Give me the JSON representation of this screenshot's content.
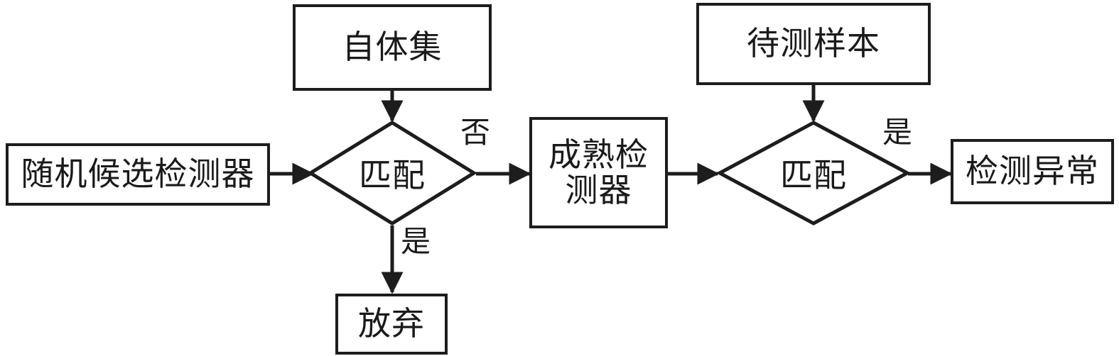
{
  "diagram": {
    "type": "flowchart",
    "title": "",
    "orientation": "left-to-right",
    "stroke_color": "#1d1d1d",
    "background_color": "#ffffff",
    "text_color": "#1a1a1a"
  },
  "nodes": {
    "random_candidate_detector": {
      "label": "随机候选检测器",
      "shape": "rectangle"
    },
    "self_set": {
      "label": "自体集",
      "shape": "rectangle"
    },
    "match_1": {
      "label": "匹配",
      "shape": "diamond"
    },
    "discard": {
      "label": "放弃",
      "shape": "rectangle"
    },
    "mature_detector": {
      "label": "成熟检\n测器",
      "shape": "rectangle"
    },
    "test_sample": {
      "label": "待测样本",
      "shape": "rectangle"
    },
    "match_2": {
      "label": "匹配",
      "shape": "diamond"
    },
    "detect_anomaly": {
      "label": "检测异常",
      "shape": "rectangle"
    }
  },
  "edge_labels": {
    "match1_no": "否",
    "match1_yes": "是",
    "match2_yes": "是"
  },
  "edges": [
    {
      "from": "random_candidate_detector",
      "to": "match_1",
      "label": ""
    },
    {
      "from": "self_set",
      "to": "match_1",
      "label": ""
    },
    {
      "from": "match_1",
      "to": "mature_detector",
      "label": "否"
    },
    {
      "from": "match_1",
      "to": "discard",
      "label": "是"
    },
    {
      "from": "mature_detector",
      "to": "match_2",
      "label": ""
    },
    {
      "from": "test_sample",
      "to": "match_2",
      "label": ""
    },
    {
      "from": "match_2",
      "to": "detect_anomaly",
      "label": "是"
    }
  ]
}
